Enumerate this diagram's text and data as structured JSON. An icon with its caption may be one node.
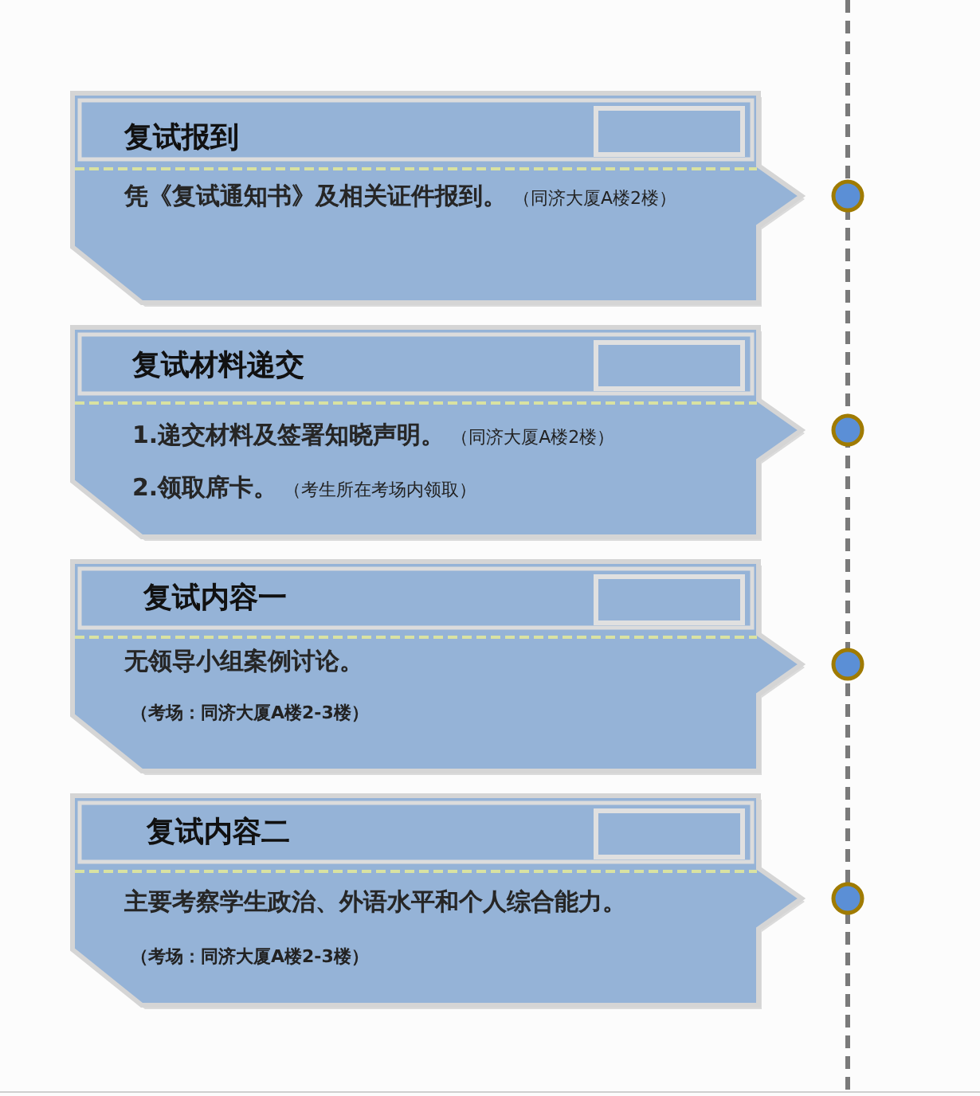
{
  "diagram": {
    "nodes": [
      {
        "text": [
          "复试报到",
          "凭《复试通知书》及相关证件报到。",
          "（同济大厦A楼2楼）"
        ]
      },
      {
        "text": [
          "复试材料递交",
          "1.递交材料及签署知晓声明。",
          "（同济大厦A楼2楼）",
          "2.领取席卡。",
          "（考生所在考场内领取）"
        ]
      },
      {
        "text": [
          "复试内容一",
          "无领导小组案例讨论。",
          "（考场：同济大厦A楼2-3楼）"
        ]
      },
      {
        "text": [
          "复试内容二",
          "主要考察学生政治、外语水平和个人综合能力。",
          "（考场：同济大厦A楼2-3楼）"
        ]
      }
    ]
  }
}
